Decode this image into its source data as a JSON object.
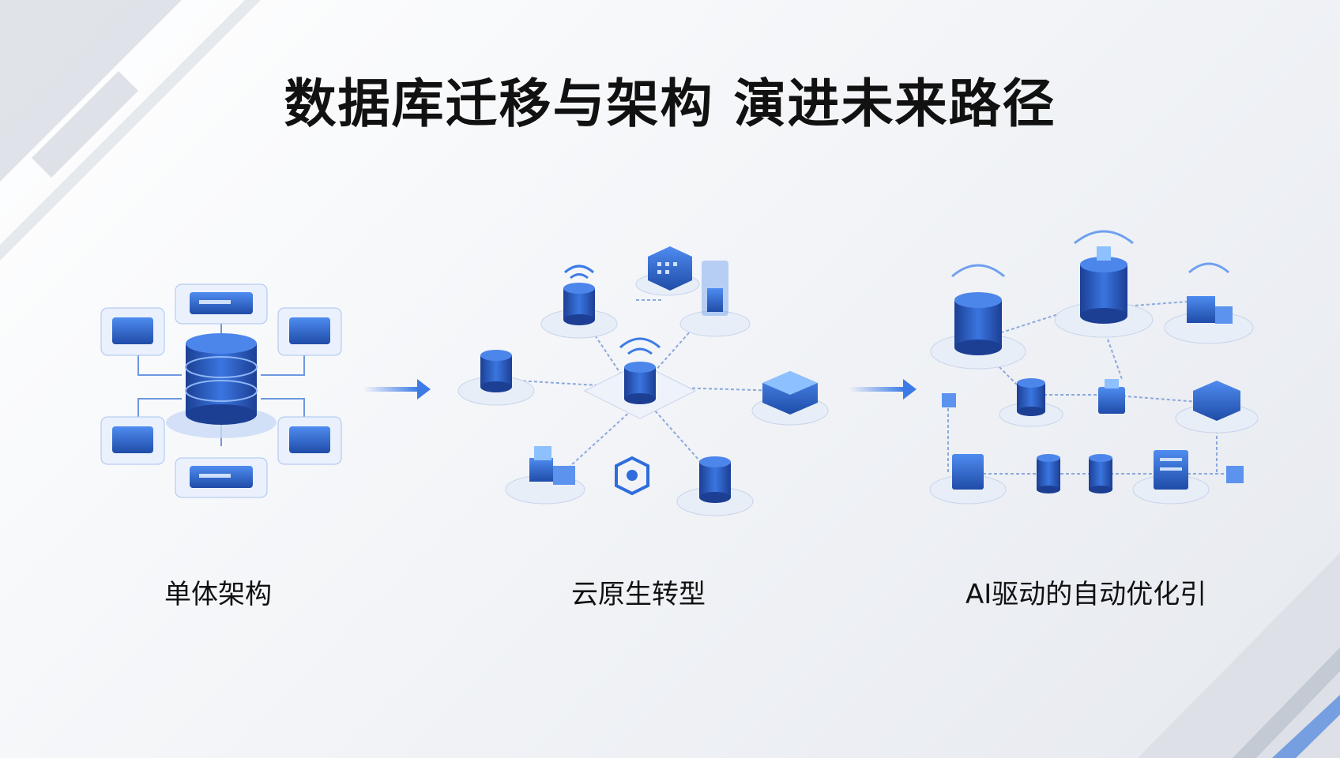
{
  "title": "数据库迁移与架构 演进未来路径",
  "stages": [
    {
      "label": "单体架构"
    },
    {
      "label": "云原生转型"
    },
    {
      "label": "AI驱动的自动优化引"
    }
  ],
  "colors": {
    "primary": "#2e6ddb",
    "dark": "#1d3f8f",
    "light": "#dce8fb",
    "arrow": "#3c7be6"
  }
}
